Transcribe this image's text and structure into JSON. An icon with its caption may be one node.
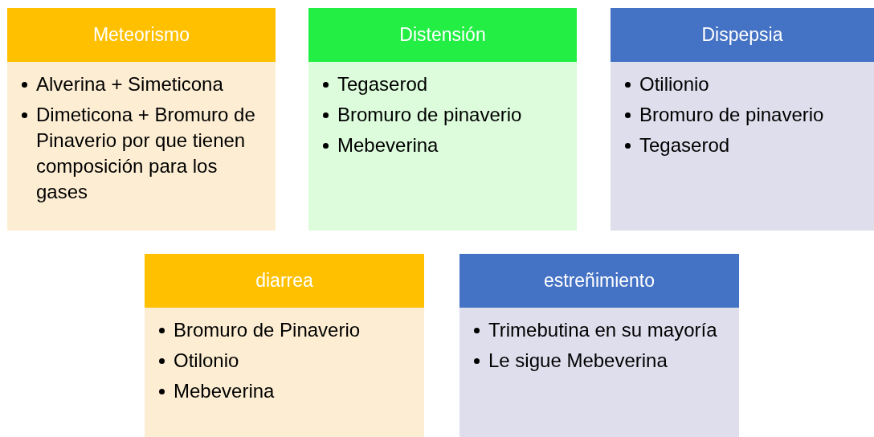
{
  "diagram": {
    "nodes": [
      {
        "text": [
          "Meteorismo",
          "Alverina + Simeticona",
          "Dimeticona + Bromuro de Pinaverio por que tienen composición para los gases"
        ]
      },
      {
        "text": [
          "Distensión",
          "Tegaserod",
          "Bromuro de pinaverio",
          "Mebeverina"
        ]
      },
      {
        "text": [
          "Dispepsia",
          "Otilionio",
          "Bromuro de pinaverio",
          "Tegaserod"
        ]
      },
      {
        "text": [
          "diarrea",
          "Bromuro de Pinaverio",
          "Otilonio",
          "Mebeverina"
        ]
      },
      {
        "text": [
          "estreñimiento",
          "Trimebutina en su mayoría",
          "Le sigue Mebeverina"
        ]
      }
    ]
  }
}
